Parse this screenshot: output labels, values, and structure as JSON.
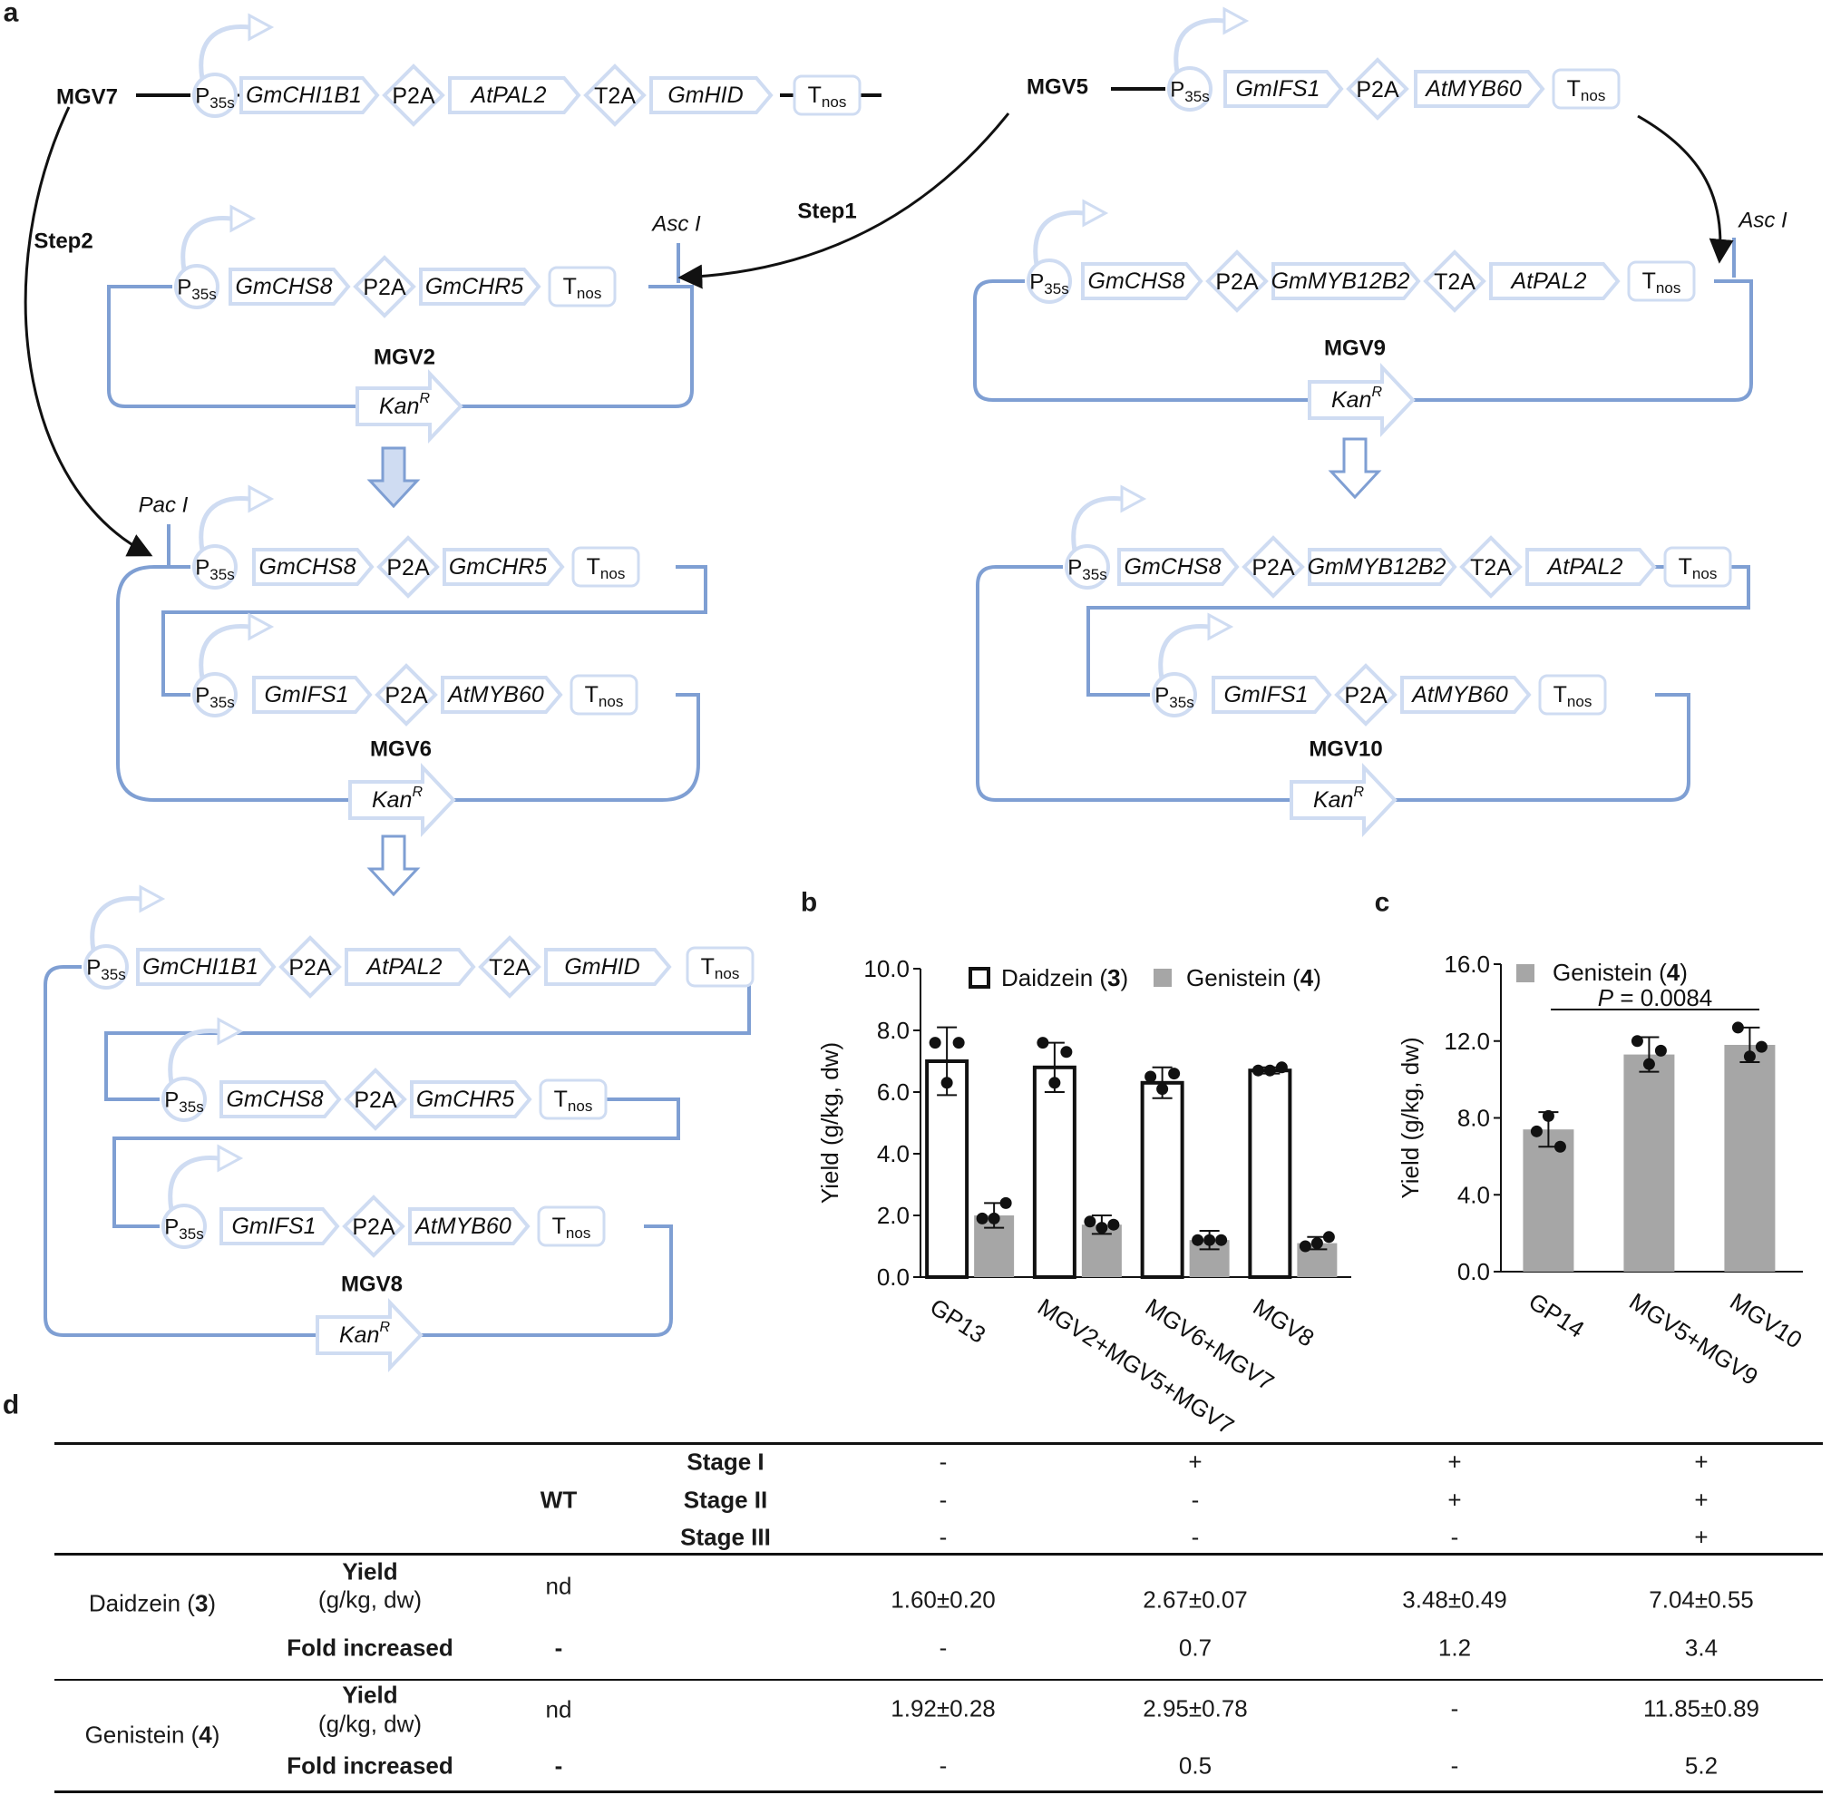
{
  "colors": {
    "construct": "#7f9fd3",
    "construct_fill": "#ffffff",
    "construct_light": "#cfdcf2",
    "bar_gray": "#a6a6a6",
    "black": "#111111"
  },
  "panel_labels": {
    "a": "a",
    "b": "b",
    "c": "c",
    "d": "d"
  },
  "panel_a": {
    "plasmids": [
      "MGV7",
      "MGV5",
      "MGV2",
      "MGV9",
      "MGV6",
      "MGV10",
      "MGV8"
    ],
    "steps": [
      "Step1",
      "Step2"
    ],
    "sites": [
      "Asc I",
      "Pac I"
    ],
    "parts": {
      "promoter": "P35s",
      "terminator": "Tnos",
      "marker": "KanR"
    },
    "genes": [
      "GmCHI1B1",
      "AtPAL2",
      "GmHID",
      "GmIFS1",
      "AtMYB60",
      "GmCHS8",
      "GmCHR5",
      "GmMYB12B2"
    ],
    "linkers": [
      "P2A",
      "T2A"
    ]
  },
  "chart_data": [
    {
      "panel": "b",
      "type": "bar",
      "categories": [
        "GP13",
        "MGV2+MGV5+MGV7",
        "MGV6+MGV7",
        "MGV8"
      ],
      "series": [
        {
          "name": "Daidzein (3)",
          "values": [
            7.0,
            6.8,
            6.3,
            6.7
          ],
          "errors": [
            1.1,
            0.8,
            0.5,
            0.1
          ],
          "points": [
            [
              7.6,
              6.3,
              7.6
            ],
            [
              7.6,
              6.3,
              7.3
            ],
            [
              6.5,
              6.1,
              6.6
            ],
            [
              6.7,
              6.7,
              6.8
            ]
          ]
        },
        {
          "name": "Genistein (4)",
          "values": [
            2.0,
            1.7,
            1.2,
            1.1
          ],
          "errors": [
            0.4,
            0.3,
            0.3,
            0.2
          ],
          "points": [
            [
              1.9,
              1.9,
              2.4
            ],
            [
              1.8,
              1.6,
              1.7
            ],
            [
              1.2,
              1.2,
              1.2
            ],
            [
              1.0,
              1.1,
              1.3
            ]
          ]
        }
      ],
      "ylabel": "Yield (g/kg, dw)",
      "ylim": [
        0,
        10
      ],
      "yticks": [
        "0.0",
        "2.0",
        "4.0",
        "6.0",
        "8.0",
        "10.0"
      ],
      "legend": "top"
    },
    {
      "panel": "c",
      "type": "bar",
      "categories": [
        "GP14",
        "MGV5+MGV9",
        "MGV10"
      ],
      "series": [
        {
          "name": "Genistein (4)",
          "values": [
            7.4,
            11.3,
            11.8
          ],
          "errors": [
            0.9,
            0.9,
            0.9
          ],
          "points": [
            [
              7.3,
              8.1,
              6.5
            ],
            [
              12.0,
              10.8,
              11.5
            ],
            [
              12.7,
              11.2,
              11.7
            ]
          ]
        }
      ],
      "annotation": "P = 0.0084",
      "ylabel": "Yield (g/kg, dw)",
      "ylim": [
        0,
        16
      ],
      "yticks": [
        "0.0",
        "4.0",
        "8.0",
        "12.0",
        "16.0"
      ],
      "legend": "top-left"
    }
  ],
  "table_d": {
    "stage_rows": [
      {
        "label": "Stage I",
        "cells": [
          "-",
          "+",
          "+",
          "+"
        ]
      },
      {
        "label": "Stage II",
        "cells": [
          "-",
          "-",
          "+",
          "+"
        ]
      },
      {
        "label": "Stage III",
        "cells": [
          "-",
          "-",
          "-",
          "+"
        ]
      }
    ],
    "wt_header": "WT",
    "yield_label_1": "Yield",
    "yield_label_2": "(g/kg, dw)",
    "fold_label": "Fold increased",
    "daidzein": {
      "name": "Daidzein (",
      "num": "3",
      "close": ")",
      "wt_yield": "nd",
      "wt_fold": "-",
      "yield": [
        "1.60±0.20",
        "2.67±0.07",
        "3.48±0.49",
        "7.04±0.55"
      ],
      "fold": [
        "-",
        "0.7",
        "1.2",
        "3.4"
      ]
    },
    "genistein": {
      "name": "Genistein (",
      "num": "4",
      "close": ")",
      "wt_yield": "nd",
      "wt_fold": "-",
      "yield": [
        "1.92±0.28",
        "2.95±0.78",
        "-",
        "11.85±0.89"
      ],
      "fold": [
        "-",
        "0.5",
        "-",
        "5.2"
      ]
    }
  }
}
